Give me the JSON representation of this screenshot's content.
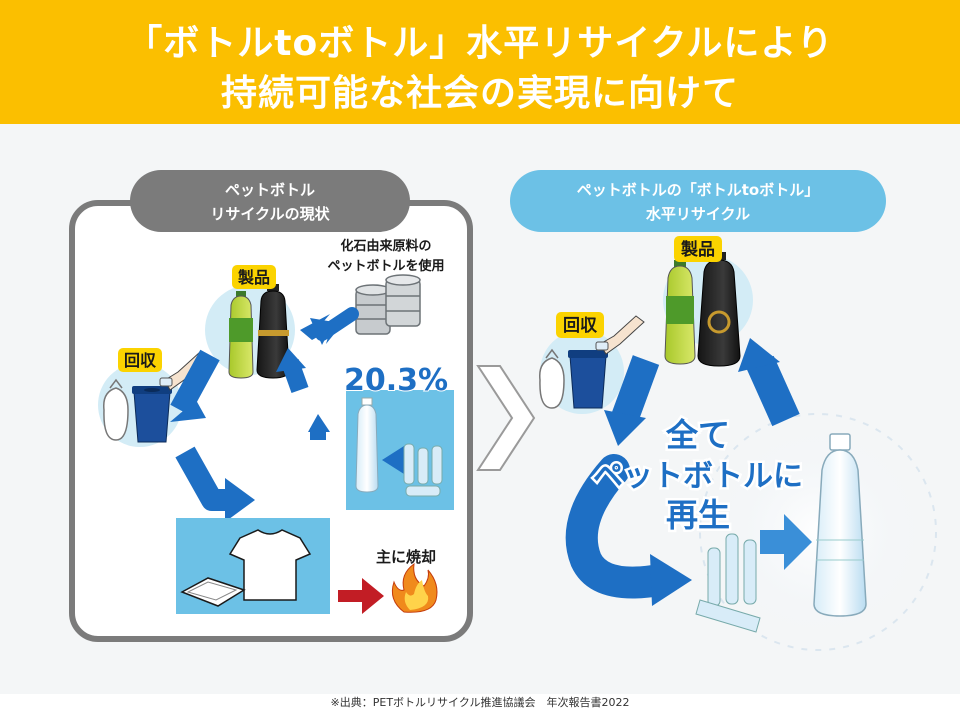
{
  "header": {
    "title_line1": "「ボトルtoボトル」水平リサイクルにより",
    "title_line2": "持続可能な社会の実現に向けて"
  },
  "left_panel": {
    "title_line1": "ペットボトル",
    "title_line2": "リサイクルの現状",
    "product_label": "製品",
    "collection_label": "回収",
    "fossil_line1": "化石由来原料の",
    "fossil_line2": "ペットボトルを使用",
    "rate": "20.3%",
    "incineration_label": "主に焼却"
  },
  "right_panel": {
    "title_line1": "ペットボトルの「ボトルtoボトル」",
    "title_line2": "水平リサイクル",
    "product_label": "製品",
    "collection_label": "回収",
    "message_line1": "全て",
    "message_line2": "ペットボトルに",
    "message_line3": "再生"
  },
  "footer": {
    "source": "※出典：PETボトルリサイクル推進協議会　年次報告書2022"
  },
  "colors": {
    "header": "#fbbf00",
    "arrow_blue": "#1e6fc4",
    "panel_gray": "#7b7b7b",
    "light_blue": "#6cc1e6",
    "red_arrow": "#c21d25"
  }
}
